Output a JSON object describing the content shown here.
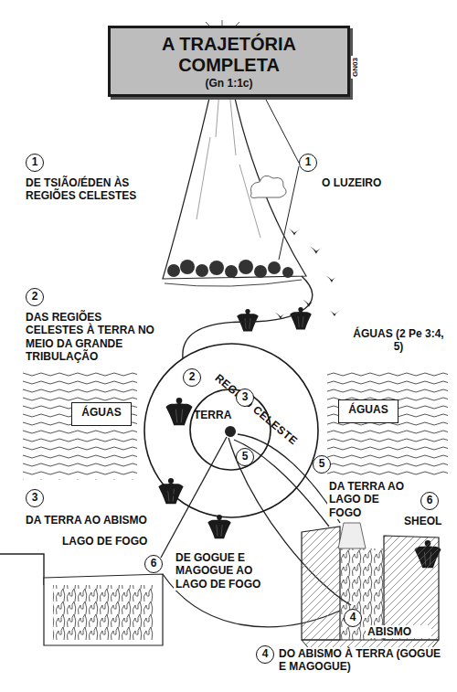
{
  "diagram": {
    "title": "A TRAJETÓRIA COMPLETA",
    "nodes": [
      {
        "text": [
          "A TRAJETÓRIA COMPLETA",
          "(Gn 1:1c)"
        ]
      },
      {
        "text": [
          "REGIÃO CELESTE"
        ]
      },
      {
        "text": [
          "TERRA"
        ],
        "in": 1
      },
      {
        "text": [
          "ÁGUAS"
        ]
      },
      {
        "text": [
          "ÁGUAS"
        ]
      }
    ],
    "labels": [
      "GN03",
      "1",
      "DE TSIÃO/ÉDEN ÀS REGIÕES CELESTES",
      "1",
      "O LUZEIRO",
      "2",
      "DAS REGIÕES CELESTES À TERRA NO MEIO DA GRANDE TRIBULAÇÃO",
      "ÁGUAS (2 Pe 3:4, 5)",
      "2",
      "3",
      "5",
      "5",
      "DA TERRA AO LAGO DE FOGO",
      "6",
      "SHEOL",
      "3",
      "DA TERRA AO ABISMO",
      "LAGO DE FOGO",
      "6",
      "DE GOGUE E MAGOGUE AO LAGO DE FOGO",
      "4",
      "ABISMO",
      "4",
      "DO ABISMO À TERRA (GOGUE E MAGOGUE)"
    ]
  }
}
